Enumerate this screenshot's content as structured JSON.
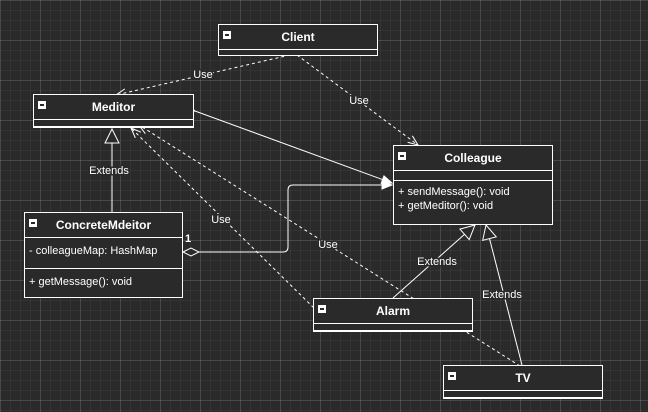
{
  "classes": {
    "client": {
      "name": "Client",
      "attributes": [],
      "operations": []
    },
    "meditor": {
      "name": "Meditor",
      "attributes": [],
      "operations": []
    },
    "colleague": {
      "name": "Colleague",
      "attributes": [],
      "operations": [
        "+ sendMessage(): void",
        "+ getMeditor(): void"
      ]
    },
    "concrete_mdeitor": {
      "name": "ConcreteMdeitor",
      "attributes": [
        "- colleagueMap: HashMap"
      ],
      "operations": [
        "+ getMessage(): void"
      ]
    },
    "alarm": {
      "name": "Alarm",
      "attributes": [],
      "operations": []
    },
    "tv": {
      "name": "TV",
      "attributes": [],
      "operations": []
    }
  },
  "relations": {
    "client_meditor": {
      "type": "dependency",
      "label": "Use"
    },
    "client_colleague": {
      "type": "dependency",
      "label": "Use"
    },
    "concrete_extends_meditor": {
      "type": "generalization",
      "label": "Extends"
    },
    "meditor_colleague": {
      "type": "association",
      "label": ""
    },
    "concrete_colleague": {
      "type": "aggregation",
      "label": "",
      "multiplicity": "1"
    },
    "alarm_meditor": {
      "type": "dependency",
      "label": "Use"
    },
    "tv_meditor": {
      "type": "dependency",
      "label": "Use"
    },
    "alarm_extends_colleague": {
      "type": "generalization",
      "label": "Extends"
    },
    "tv_extends_colleague": {
      "type": "generalization",
      "label": "Extends"
    }
  },
  "colors": {
    "background": "#2a2a2a",
    "line": "#ffffff",
    "text": "#ffffff"
  }
}
